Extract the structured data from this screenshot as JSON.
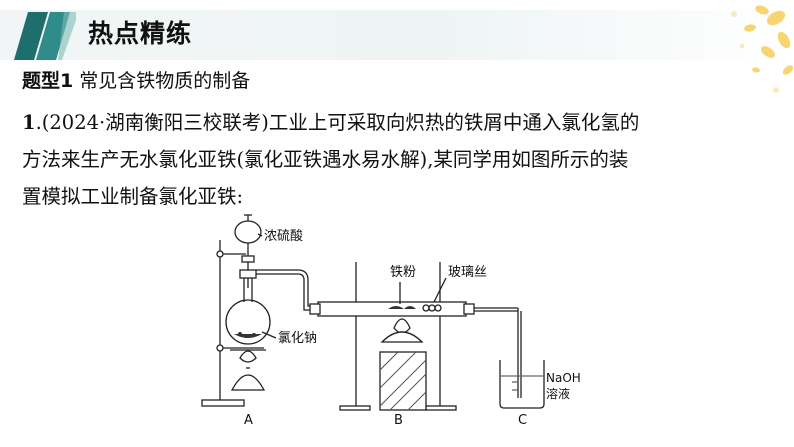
{
  "header": {
    "title": "热点精练"
  },
  "section": {
    "tag": "题型1",
    "title": "常见含铁物质的制备"
  },
  "question": {
    "number": "1",
    "lines": [
      ".(2024·湖南衡阳三校联考)工业上可采取向炽热的铁屑中通入氯化氢的",
      "方法来生产无水氯化亚铁(氯化亚铁遇水易水解),某同学用如图所示的装",
      "置模拟工业制备氯化亚铁:"
    ]
  },
  "diagram": {
    "labels": {
      "conc_acid": "浓硫酸",
      "nacl": "氯化钠",
      "iron": "铁粉",
      "glass_wool": "玻璃丝",
      "naoh_line1": "NaOH",
      "naoh_line2": "溶液"
    },
    "parts": {
      "a": "A",
      "b": "B",
      "c": "C"
    }
  }
}
